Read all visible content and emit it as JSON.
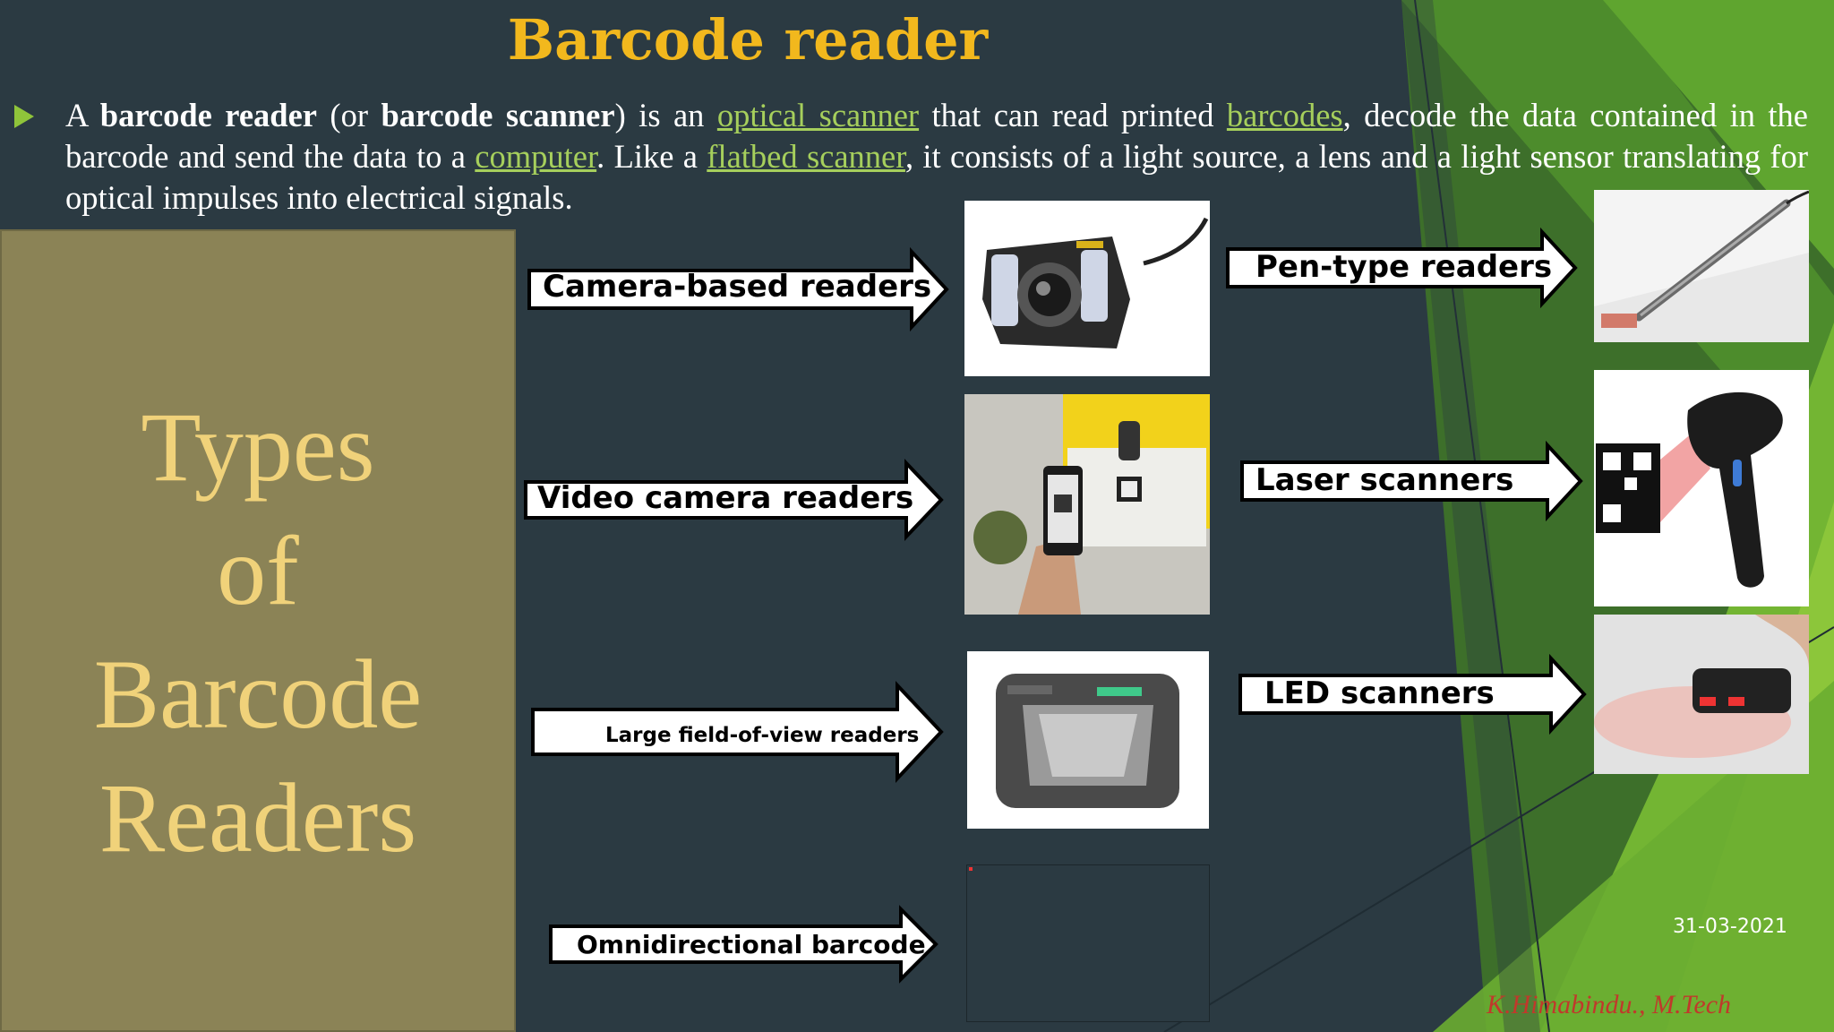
{
  "slide": {
    "title": "Barcode reader",
    "paragraph": {
      "p1": "A ",
      "b1": "barcode reader",
      "p2": " (or ",
      "b2": "barcode scanner",
      "p3": ") is an ",
      "link1": "optical scanner",
      "p4": " that can read printed ",
      "link2": "barcodes",
      "p5": ", decode the data contained in the barcode and send the data to a ",
      "link3": "computer",
      "p6": ". Like a ",
      "link4": "flatbed scanner",
      "p7": ", it consists of a light source, a lens and a light sensor translating for optical impulses into electrical signals."
    },
    "side_title": [
      "Types",
      "of",
      "Barcode",
      "Readers"
    ],
    "arrows": {
      "camera": "Camera-based readers",
      "video": "Video camera readers",
      "large": "Large field-of-view readers",
      "omni": "Omnidirectional barcode",
      "pen": "Pen-type readers",
      "laser": "Laser scanners",
      "led": "LED scanners"
    },
    "date": "31-03-2021",
    "author": "K.Himabindu., M.Tech",
    "colors": {
      "background": "#2b3a42",
      "title": "#f2b81d",
      "link": "#a6cf5c",
      "side_box": "#8b8356",
      "side_text": "#f0d27a",
      "accent_green": "#8fc43a",
      "author": "#c0392b"
    }
  }
}
